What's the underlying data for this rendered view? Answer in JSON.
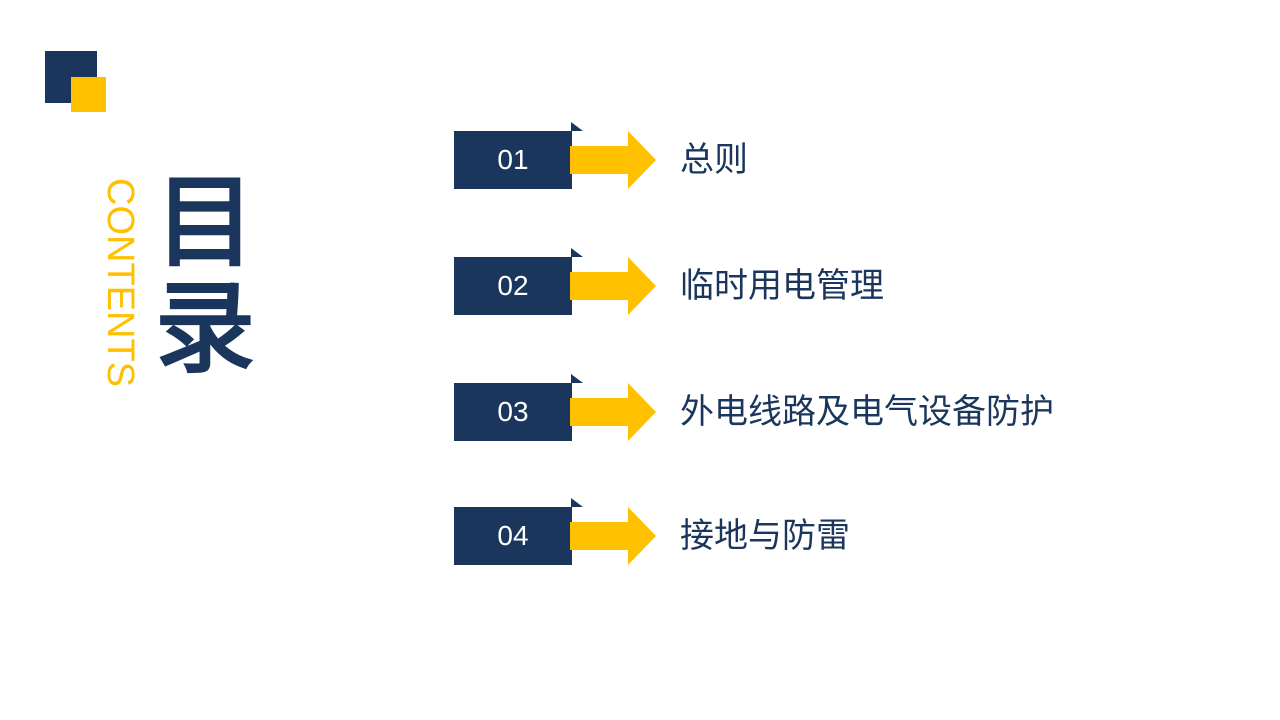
{
  "title": {
    "main": "目录",
    "sub": "CONTENTS"
  },
  "colors": {
    "navy": "#1b365d",
    "yellow": "#ffc000"
  },
  "items": [
    {
      "number": "01",
      "label": "总则"
    },
    {
      "number": "02",
      "label": "临时用电管理"
    },
    {
      "number": "03",
      "label": "外电线路及电气设备防护"
    },
    {
      "number": "04",
      "label": "接地与防雷"
    }
  ]
}
